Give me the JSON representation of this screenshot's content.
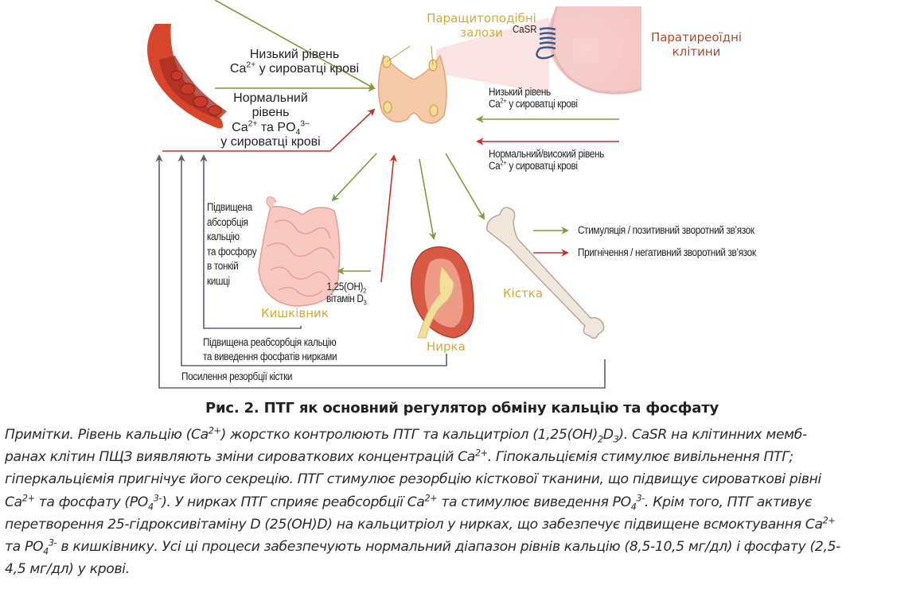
{
  "figure": {
    "labels": {
      "parathyroid_glands": [
        "Паращитоподібні",
        "залози"
      ],
      "parathyroid_cells": [
        "Паратиреоїдні",
        "клітини"
      ],
      "casr": "CaSR",
      "low_ca_left": [
        "Низький рівень",
        "Ca",
        "2+",
        " у сироватці крові"
      ],
      "normal_ca_po4": [
        "Нормальний",
        "рівень",
        "Ca",
        "2+",
        " та PO",
        "4",
        "3–",
        "у сироватці крові"
      ],
      "low_ca_right": [
        "Низький рівень",
        "Ca",
        "2+",
        " у сироватці крові"
      ],
      "normal_high_ca_right": [
        "Нормальний/високий рівень",
        "Ca",
        "2+",
        " у сироватці крові"
      ],
      "intestine_absorption": [
        "Підвищена",
        "абсорбція",
        "кальцію",
        "та фосфору",
        "в тонкій",
        "кишці"
      ],
      "vitamin_d": [
        "1,25(OH)",
        "2",
        "вітамін D",
        "3"
      ],
      "intestine": "Кишківник",
      "kidney": "Нирка",
      "bone": "Кістка",
      "kidney_reabsorption": [
        "Підвищена реабсорбція кальцію",
        "та виведення фосфатів нирками"
      ],
      "bone_resorption": "Посилення резорбції кістки"
    },
    "legend": [
      {
        "label": "Стимуляція / позитивний зворотний зв’язок",
        "color": "#7f9a3a",
        "type": "stimulation"
      },
      {
        "label": "Пригнічення / негативний зворотний зв’язок",
        "color": "#c8322b",
        "type": "inhibition"
      }
    ],
    "colors": {
      "stimulation": "#7f9a3a",
      "inhibition": "#c8322b",
      "feedback_line": "#5b6470",
      "organ_label": "#d4a83a",
      "cell_label": "#b5452a"
    }
  },
  "caption": {
    "title": "Рис. 2. ПТГ як основний регулятор обміну кальцію та фосфату",
    "note_lines": [
      [
        "Примітки. Рівень кальцію (Ca",
        "2+",
        ") жорстко контролюють ПТГ та кальцитріол (1,25(OH)",
        "2",
        "D",
        "3",
        "). CaSR на клітинних мемб-"
      ],
      [
        "ранах клітин ПЩЗ виявляють зміни сироваткових концентрацій Ca",
        "2+",
        ". Гіпокальціємія стимулює вивільнення ПТГ;"
      ],
      [
        "гіперкальціємія пригнічує його секрецію. ПТГ стимулює резорбцію кісткової тканини, що підвищує сироваткові рівні"
      ],
      [
        "Ca",
        "2+",
        " та фосфату (PO",
        "4",
        "3-",
        "). У нирках ПТГ сприяє реабсорбції Ca",
        "2+",
        " та стимулює виведення PO",
        "4",
        "3-",
        ". Крім того, ПТГ активує"
      ],
      [
        "перетворення 25-гідроксивітаміну D (25(OH)D) на кальцитріол у нирках, що забезпечує підвищене всмоктування Ca",
        "2+"
      ],
      [
        "та PO",
        "4",
        "3-",
        " в кишківнику. Усі ці процеси забезпечують нормальний діапазон рівнів кальцію (8,5-10,5 мг/дл) і фосфату (2,5-"
      ],
      [
        "4,5 мг/дл) у крові."
      ]
    ]
  }
}
